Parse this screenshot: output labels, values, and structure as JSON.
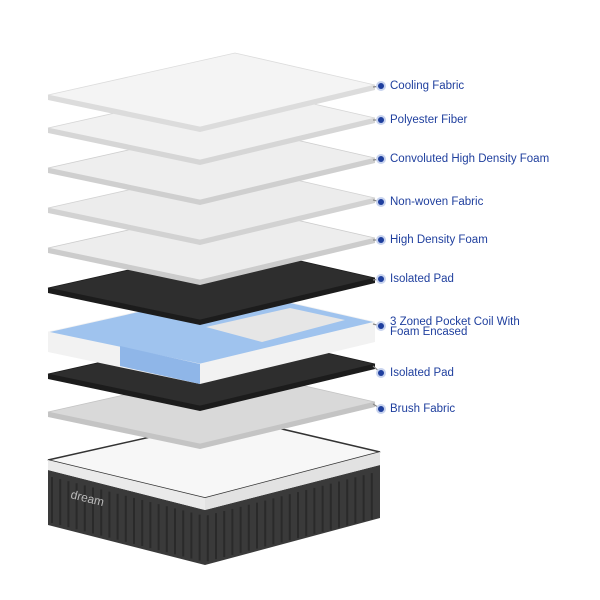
{
  "logo_text": "dream",
  "accent_color": "#1f3f9e",
  "layers": [
    {
      "label": "Cooling Fabric",
      "fill": "#f4f4f4",
      "edge": "#dcdcdc"
    },
    {
      "label": "Polyester Fiber",
      "fill": "#f1f1f1",
      "edge": "#d6d6d6"
    },
    {
      "label": "Convoluted High Density Foam",
      "fill": "#eeeeee",
      "edge": "#cfcfcf"
    },
    {
      "label": "Non-woven Fabric",
      "fill": "#ececec",
      "edge": "#d2d2d2"
    },
    {
      "label": "High Density Foam",
      "fill": "#ededed",
      "edge": "#cccccc"
    },
    {
      "label": "Isolated Pad",
      "fill": "#2e2e2e",
      "edge": "#1c1c1c"
    },
    {
      "label": "3 Zoned Pocket Coil With Foam Encased",
      "line1": "3 Zoned Pocket Coil With",
      "line2": "Foam Encased",
      "fill": "#9fc3ee",
      "edge": "#f2f2f2"
    },
    {
      "label": "Isolated Pad",
      "fill": "#2e2e2e",
      "edge": "#1c1c1c"
    },
    {
      "label": "Brush Fabric",
      "fill": "#d9d9d9",
      "edge": "#c4c4c4"
    }
  ]
}
